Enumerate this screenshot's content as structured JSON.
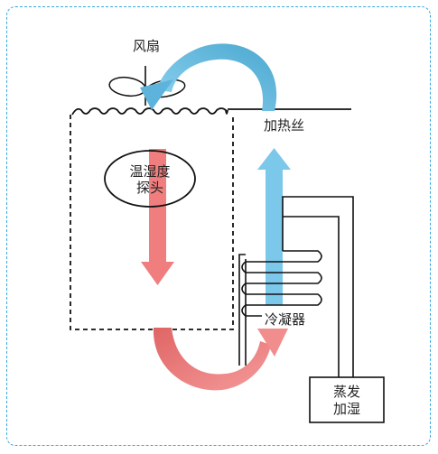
{
  "labels": {
    "fan": "风扇",
    "heater": "加热丝",
    "probe_line1": "温湿度",
    "probe_line2": "探头",
    "condenser": "冷凝器",
    "humidifier_line1": "蒸发",
    "humidifier_line2": "加湿"
  },
  "colors": {
    "blue_arrow": "#7cc8ea",
    "blue_arrow_dark": "#4aa7cf",
    "red_arrow": "#f07e7e",
    "red_arrow_dark": "#e06565",
    "frame_border": "#3aa6dd",
    "line": "#111111"
  }
}
